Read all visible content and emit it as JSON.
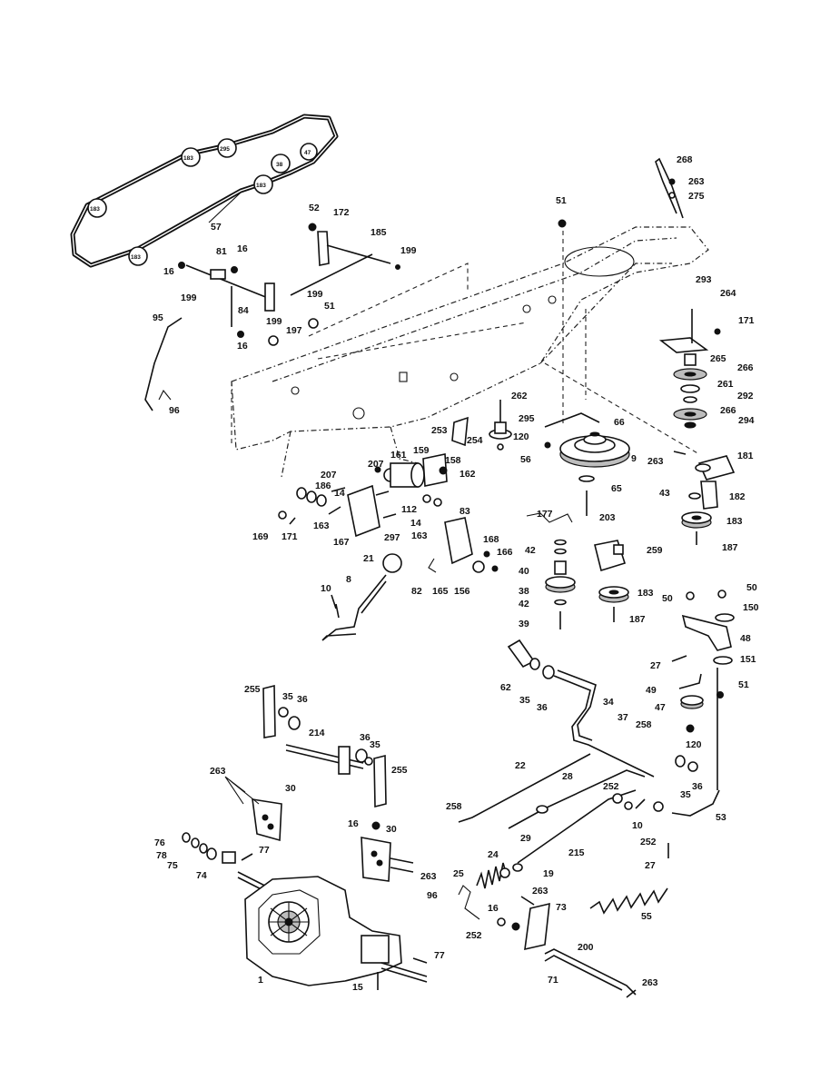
{
  "parts": {
    "p57": "57",
    "p183a": "183",
    "p183b": "183",
    "p183c": "183",
    "p183d": "183",
    "p295": "295",
    "p47": "47",
    "p38": "38",
    "p51a": "51",
    "p51b": "51",
    "p51c": "51",
    "p52": "52",
    "p172": "172",
    "p185": "185",
    "p199a": "199",
    "p199b": "199",
    "p199c": "199",
    "p199d": "199",
    "p16a": "16",
    "p16b": "16",
    "p16c": "16",
    "p16d": "16",
    "p16e": "16",
    "p81": "81",
    "p84": "84",
    "p197": "197",
    "p95": "95",
    "p96a": "96",
    "p96b": "96",
    "p268": "268",
    "p263a": "263",
    "p263b": "263",
    "p263c": "263",
    "p263d": "263",
    "p263e": "263",
    "p263f": "263",
    "p275": "275",
    "p293": "293",
    "p264": "264",
    "p171a": "171",
    "p171b": "171",
    "p265": "265",
    "p266a": "266",
    "p266b": "266",
    "p261": "261",
    "p292": "292",
    "p294": "294",
    "p181": "181",
    "p182": "182",
    "p183e": "183",
    "p183f": "183",
    "p187a": "187",
    "p187b": "187",
    "p43": "43",
    "p262": "262",
    "p295b": "295",
    "p120a": "120",
    "p120b": "120",
    "p253": "253",
    "p254": "254",
    "p66": "66",
    "p9": "9",
    "p56": "56",
    "p65": "65",
    "p203": "203",
    "p177": "177",
    "p259": "259",
    "p42a": "42",
    "p42b": "42",
    "p40": "40",
    "p38b": "38",
    "p39": "39",
    "p161": "161",
    "p159": "159",
    "p158": "158",
    "p207a": "207",
    "p207b": "207",
    "p186": "186",
    "p14a": "14",
    "p14b": "14",
    "p162": "162",
    "p112": "112",
    "p163a": "163",
    "p163b": "163",
    "p83": "83",
    "p297": "297",
    "p167": "167",
    "p169": "169",
    "p168": "168",
    "p166": "166",
    "p21": "21",
    "p8": "8",
    "p10a": "10",
    "p10b": "10",
    "p82": "82",
    "p165": "165",
    "p156": "156",
    "p50a": "50",
    "p50b": "50",
    "p150": "150",
    "p48": "48",
    "p27a": "27",
    "p27b": "27",
    "p151": "151",
    "p49": "49",
    "p47b": "47",
    "p62": "62",
    "p35a": "35",
    "p35b": "35",
    "p35c": "35",
    "p35d": "35",
    "p36a": "36",
    "p36b": "36",
    "p36c": "36",
    "p36d": "36",
    "p34": "34",
    "p37": "37",
    "p258a": "258",
    "p258b": "258",
    "p255a": "255",
    "p255b": "255",
    "p214": "214",
    "p22": "22",
    "p28": "28",
    "p252a": "252",
    "p252b": "252",
    "p252c": "252",
    "p53": "53",
    "p29": "29",
    "p215": "215",
    "p19": "19",
    "p24": "24",
    "p25": "25",
    "p55": "55",
    "p30a": "30",
    "p30b": "30",
    "p76": "76",
    "p78": "78",
    "p75": "75",
    "p74": "74",
    "p77a": "77",
    "p77b": "77",
    "p73": "73",
    "p200": "200",
    "p71": "71",
    "p1": "1",
    "p15": "15"
  }
}
